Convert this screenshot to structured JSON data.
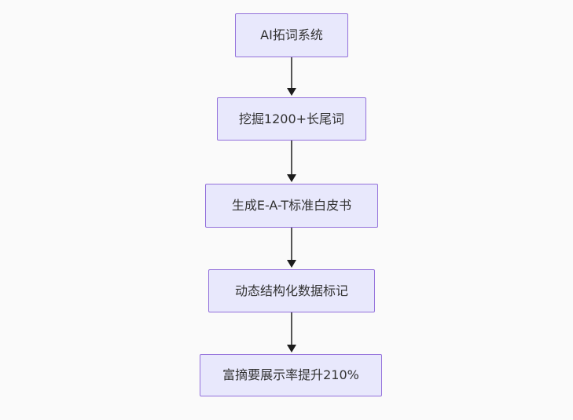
{
  "diagram": {
    "type": "flowchart",
    "direction": "top-down",
    "nodes": [
      {
        "id": "1",
        "label": "AI拓词系统"
      },
      {
        "id": "2",
        "label": "挖掘1200+长尾词"
      },
      {
        "id": "3",
        "label": "生成E-A-T标准白皮书"
      },
      {
        "id": "4",
        "label": "动态结构化数据标记"
      },
      {
        "id": "5",
        "label": "富摘要展示率提升210%"
      }
    ],
    "edges": [
      {
        "from": "1",
        "to": "2"
      },
      {
        "from": "2",
        "to": "3"
      },
      {
        "from": "3",
        "to": "4"
      },
      {
        "from": "4",
        "to": "5"
      }
    ],
    "colors": {
      "node_fill": "#e8e8fc",
      "node_border": "#9370db",
      "node_text": "#333333",
      "arrow": "#333333",
      "background": "#fafafa"
    }
  }
}
